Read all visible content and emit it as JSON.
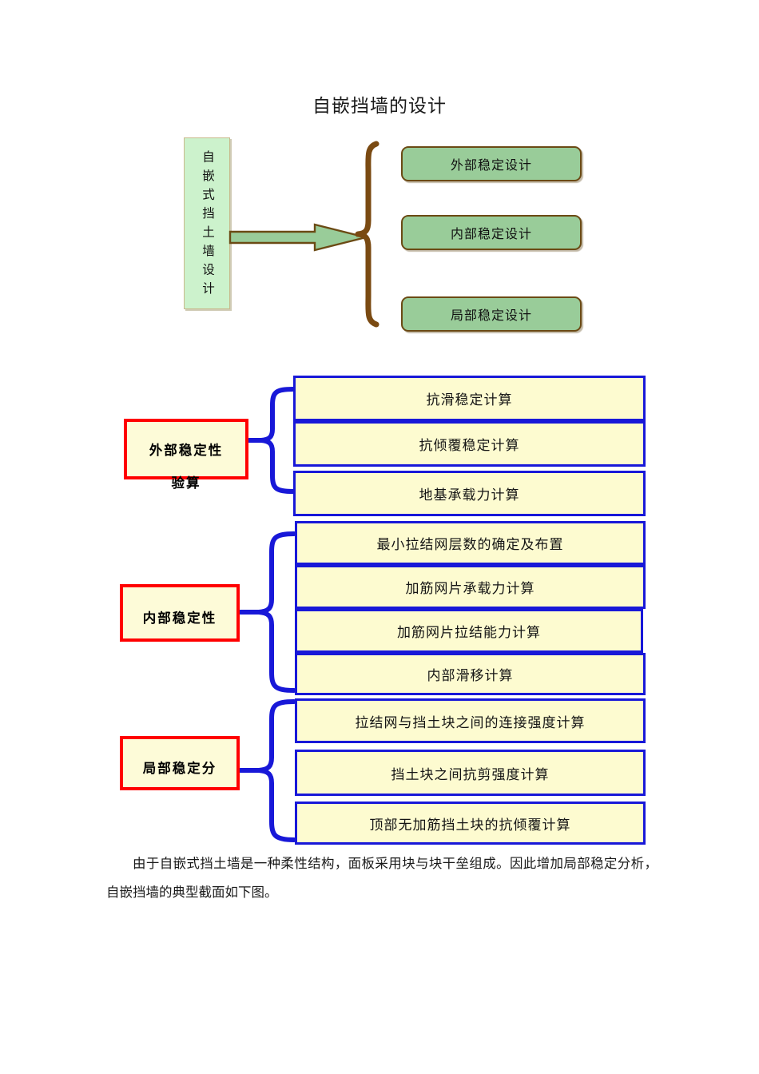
{
  "document": {
    "title": "自嵌挡墙的设计",
    "paragraph": "由于自嵌式挡土墙是一种柔性结构，面板采用块与块干垒组成。因此增加局部稳定分析，自嵌挡墙的典型截面如下图。"
  },
  "top_diagram": {
    "source_label": "自嵌式挡土墙设计",
    "branches": [
      {
        "label": "外部稳定设计"
      },
      {
        "label": "内部稳定设计"
      },
      {
        "label": "局部稳定设计"
      }
    ],
    "colors": {
      "source_fill": "#ccf2cc",
      "source_border": "#c8b98c",
      "pill_fill": "#99cc99",
      "pill_border": "#6b4a14",
      "brace": "#7a4a12",
      "arrow_fill": "#99cc99",
      "arrow_border": "#6b4a14"
    }
  },
  "lower_diagram": {
    "colors": {
      "category_fill": "#fdfbd8",
      "category_border": "#ff0000",
      "item_fill": "#fdfbd0",
      "item_border": "#1818d8"
    },
    "groups": [
      {
        "category_line1": "外部稳定性",
        "category_line2": "验算",
        "items": [
          {
            "label": "抗滑稳定计算"
          },
          {
            "label": "抗倾覆稳定计算"
          },
          {
            "label": "地基承载力计算"
          }
        ]
      },
      {
        "category_line1": "内部稳定性",
        "category_line2": "",
        "items": [
          {
            "label": "最小拉结网层数的确定及布置"
          },
          {
            "label": "加筋网片承载力计算"
          },
          {
            "label": "加筋网片拉结能力计算"
          },
          {
            "label": "内部滑移计算"
          }
        ]
      },
      {
        "category_line1": "局部稳定分",
        "category_line2": "",
        "items": [
          {
            "label": "拉结网与挡土块之间的连接强度计算"
          },
          {
            "label": "挡土块之间抗剪强度计算"
          },
          {
            "label": "顶部无加筋挡土块的抗倾覆计算"
          }
        ]
      }
    ]
  }
}
